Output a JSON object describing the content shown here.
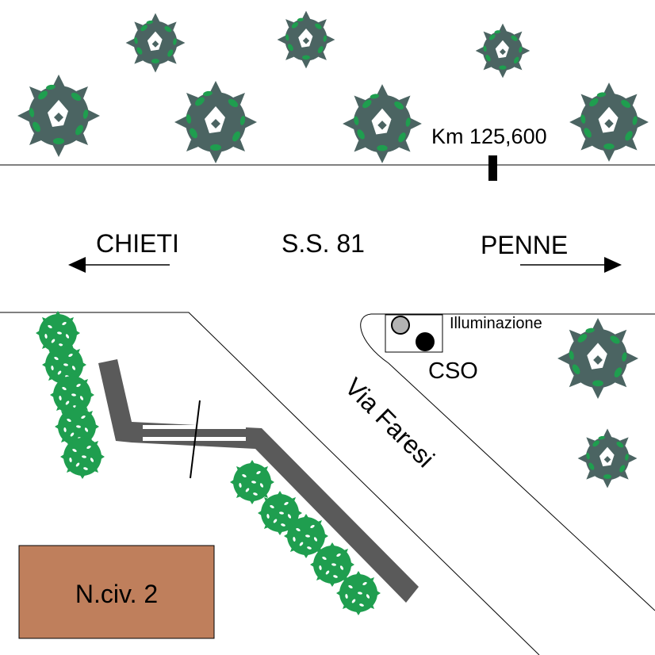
{
  "labels": {
    "km_marker": "Km 125,600",
    "west_direction": "CHIETI",
    "road_name": "S.S. 81",
    "east_direction": "PENNE",
    "lighting": "Illuminazione",
    "cso": "CSO",
    "side_street": "Via Faresi",
    "building": "N.civ. 2"
  },
  "colors": {
    "tree_dark": "#4b6462",
    "tree_green": "#1f9e4f",
    "hedge_green": "#1f9e4f",
    "drain": "#5a5a5a",
    "building": "#bf7f5c",
    "road_line": "#000000",
    "lighting_symbol": "#b3b3b3",
    "cso_symbol": "#000000"
  }
}
